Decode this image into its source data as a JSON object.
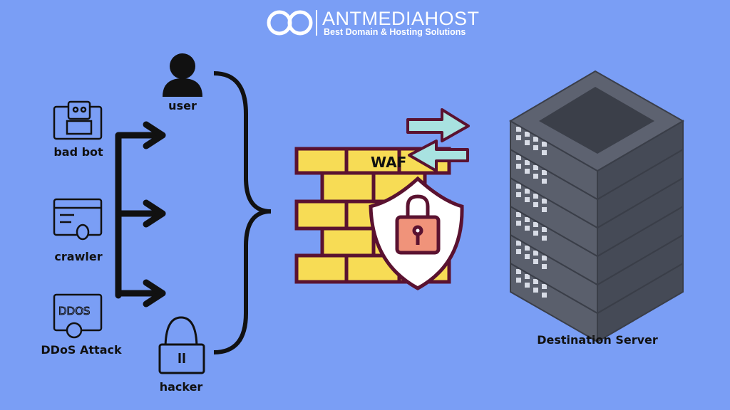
{
  "logo": {
    "title": "ANTMEDIAHOST",
    "subtitle": "Best Domain & Hosting Solutions"
  },
  "sources": [
    {
      "label": "bad bot",
      "icon": "robot-chat-icon"
    },
    {
      "label": "crawler",
      "icon": "browser-bug-icon"
    },
    {
      "label": "DDoS Attack",
      "icon": "ddos-bomb-icon"
    }
  ],
  "actors": [
    {
      "label": "user",
      "icon": "user-icon"
    },
    {
      "label": "hacker",
      "icon": "hacker-laptop-icon"
    }
  ],
  "firewall": {
    "label": "WAF"
  },
  "server": {
    "label": "Destination Server"
  },
  "colors": {
    "background": "#7a9ef5",
    "brick": "#f7dc55",
    "outline": "#5a1230",
    "arrow": "#a8e2e0",
    "lock": "#f0937a",
    "server": "#4a4f5c"
  }
}
